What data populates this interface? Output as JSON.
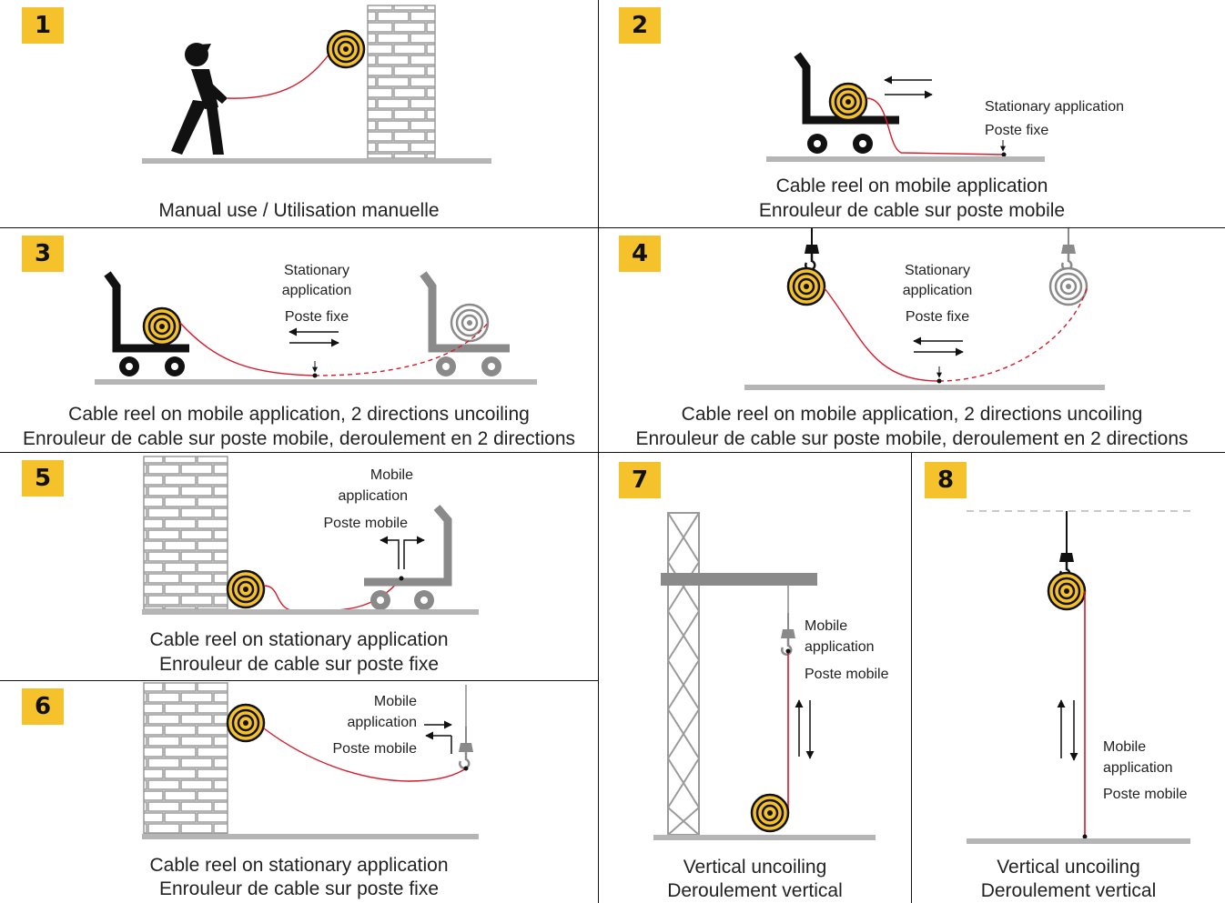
{
  "panels": [
    {
      "number": "1",
      "caption_en": "Manual use / Utilisation manuelle",
      "caption_fr": ""
    },
    {
      "number": "2",
      "caption_en": "Cable reel on mobile application",
      "caption_fr": "Enrouleur de cable sur poste mobile",
      "label_line1": "Stationary application",
      "label_line2": "Poste fixe"
    },
    {
      "number": "3",
      "caption_en": "Cable reel on mobile application, 2 directions uncoiling",
      "caption_fr": "Enrouleur de cable sur poste mobile, deroulement en 2 directions",
      "label_line1": "Stationary",
      "label_line2": "application",
      "label_line3": "Poste fixe"
    },
    {
      "number": "4",
      "caption_en": "Cable reel on mobile application, 2 directions uncoiling",
      "caption_fr": "Enrouleur de cable sur poste mobile, deroulement en 2 directions",
      "label_line1": "Stationary",
      "label_line2": "application",
      "label_line3": "Poste fixe"
    },
    {
      "number": "5",
      "caption_en": "Cable reel on stationary application",
      "caption_fr": "Enrouleur de cable sur poste fixe",
      "label_line1": "Mobile",
      "label_line2": "application",
      "label_line3": "Poste mobile"
    },
    {
      "number": "6",
      "caption_en": "Cable reel on stationary application",
      "caption_fr": "Enrouleur de cable sur poste fixe",
      "label_line1": "Mobile",
      "label_line2": "application",
      "label_line3": "Poste mobile"
    },
    {
      "number": "7",
      "caption_en": "Vertical uncoiling",
      "caption_fr": "Deroulement vertical",
      "label_line1": "Mobile",
      "label_line2": "application",
      "label_line3": "Poste mobile"
    },
    {
      "number": "8",
      "caption_en": "Vertical uncoiling",
      "caption_fr": "Deroulement vertical",
      "label_line1": "Mobile",
      "label_line2": "application",
      "label_line3": "Poste mobile"
    }
  ],
  "colors": {
    "accent": "#f5c22b",
    "cable": "#d8192a",
    "ground": "#b5b5b5",
    "wall": "#9a9a9a",
    "dark": "#111111",
    "gray_equipment": "#8a8a8a"
  }
}
